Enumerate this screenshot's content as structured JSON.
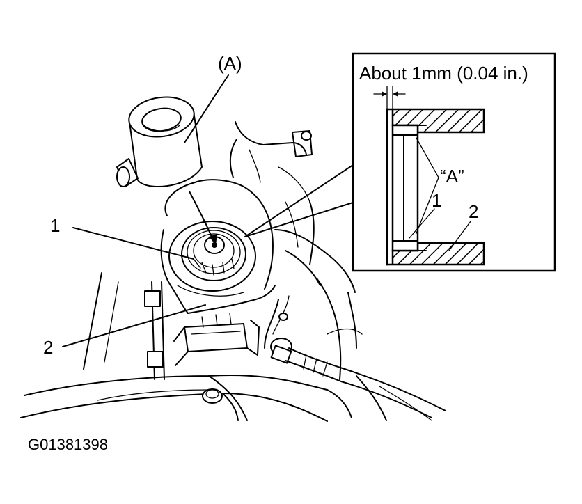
{
  "labels": {
    "tool": "(A)",
    "callout_1": "1",
    "callout_2": "2"
  },
  "inset": {
    "dimension": "About 1mm (0.04 in.)",
    "tool_ref": "“A”",
    "callout_1": "1",
    "callout_2": "2"
  },
  "figure_code": "G01381398"
}
